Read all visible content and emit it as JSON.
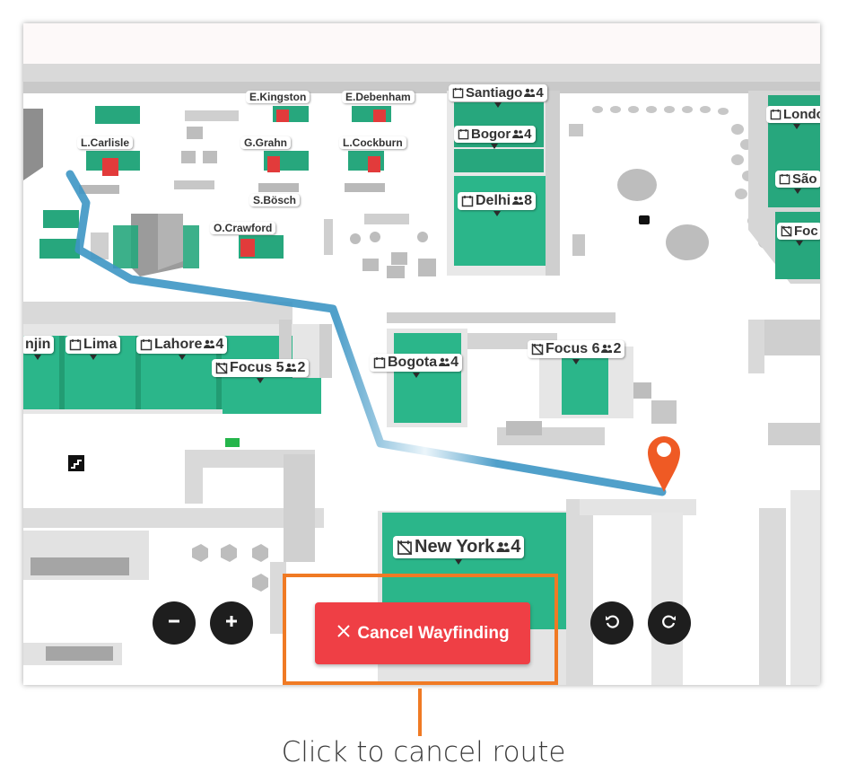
{
  "desk_labels": [
    "E.Kingston",
    "E.Debenham",
    "L.Carlisle",
    "G.Grahn",
    "L.Cockburn",
    "S.Bösch",
    "O.Crawford"
  ],
  "rooms": [
    {
      "name": "Santiago",
      "capacity": "4",
      "icon": "calendar-icon"
    },
    {
      "name": "Bogor",
      "capacity": "4",
      "icon": "calendar-icon"
    },
    {
      "name": "Delhi",
      "capacity": "8",
      "icon": "calendar-icon"
    },
    {
      "name": "Londo",
      "capacity": "",
      "icon": "calendar-icon"
    },
    {
      "name": "São",
      "capacity": "",
      "icon": "calendar-icon"
    },
    {
      "name": "Foc",
      "capacity": "",
      "icon": "calendar-off-icon"
    },
    {
      "name": "njin",
      "capacity": "",
      "icon": "calendar-icon"
    },
    {
      "name": "Lima",
      "capacity": "",
      "icon": "calendar-icon"
    },
    {
      "name": "Lahore",
      "capacity": "4",
      "icon": "calendar-icon"
    },
    {
      "name": "Focus 5",
      "capacity": "2",
      "icon": "calendar-off-icon"
    },
    {
      "name": "Bogota",
      "capacity": "4",
      "icon": "calendar-icon"
    },
    {
      "name": "Focus 6",
      "capacity": "2",
      "icon": "calendar-off-icon"
    },
    {
      "name": "New York",
      "capacity": "4",
      "icon": "calendar-off-icon"
    }
  ],
  "controls": {
    "zoom_out_icon": "minus-icon",
    "zoom_in_icon": "plus-icon",
    "rotate_left_icon": "rotate-ccw-icon",
    "rotate_right_icon": "rotate-cw-icon",
    "cancel_label": "Cancel Wayfinding",
    "cancel_icon": "close-icon"
  },
  "caption": "Click to cancel route",
  "colors": {
    "room_green": "#2bb68a",
    "route_blue": "#3d95c4",
    "occupied_red": "#e23b3b",
    "cancel_red": "#ef3f45",
    "highlight_orange": "#f07a24",
    "pin_orange": "#ef5a24"
  }
}
